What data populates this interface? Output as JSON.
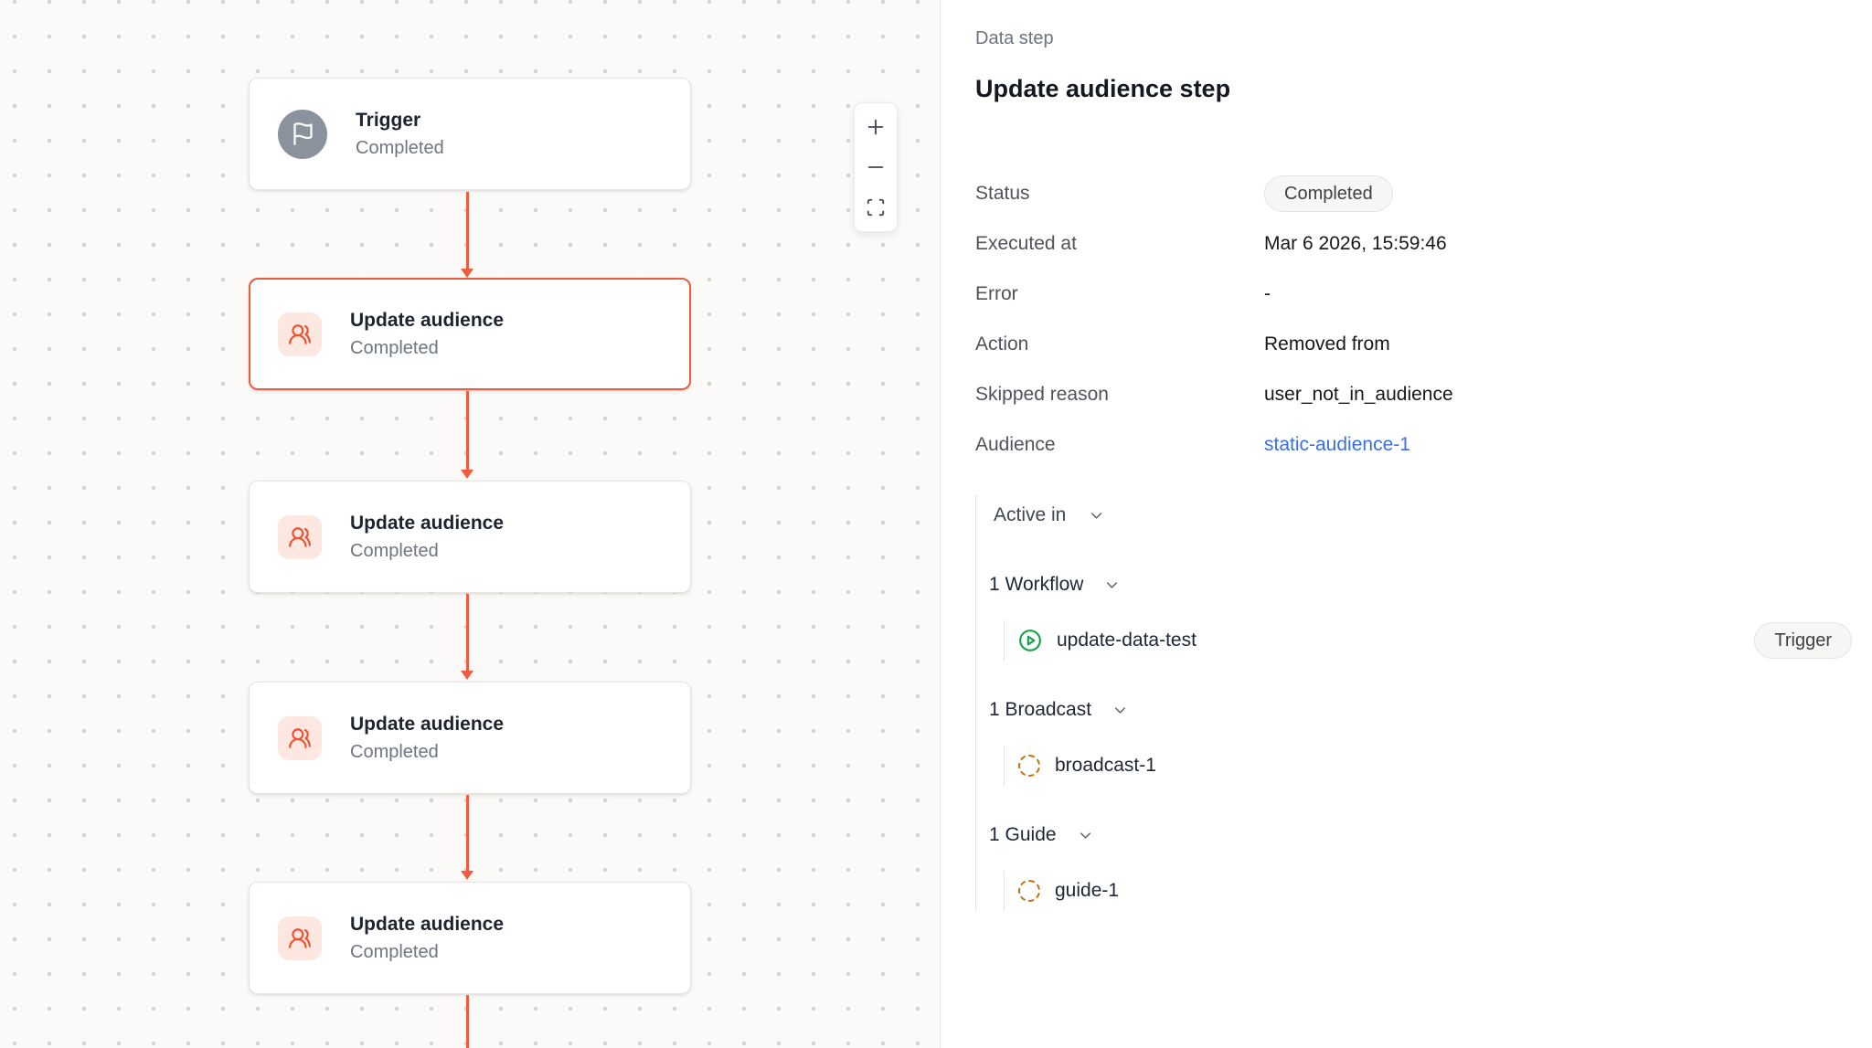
{
  "colors": {
    "accent_orange": "#f15b3f",
    "link_blue": "#3b6cec",
    "workflow_green": "#16a34a",
    "broadcast_amber": "#c2710c",
    "trigger_gray": "#8a929d"
  },
  "canvas": {
    "nodes": [
      {
        "title": "Trigger",
        "status": "Completed",
        "type": "trigger",
        "selected": false
      },
      {
        "title": "Update audience",
        "status": "Completed",
        "type": "update-audience",
        "selected": true
      },
      {
        "title": "Update audience",
        "status": "Completed",
        "type": "update-audience",
        "selected": false
      },
      {
        "title": "Update audience",
        "status": "Completed",
        "type": "update-audience",
        "selected": false
      },
      {
        "title": "Update audience",
        "status": "Completed",
        "type": "update-audience",
        "selected": false
      }
    ],
    "zoom_controls": {
      "zoom_in": "plus-icon",
      "zoom_out": "minus-icon",
      "fit_view": "fit-view-icon"
    }
  },
  "panel": {
    "eyebrow": "Data step",
    "title": "Update audience step",
    "fields": [
      {
        "label": "Status",
        "value": "Completed",
        "kind": "badge"
      },
      {
        "label": "Executed at",
        "value": "Mar 6 2026, 15:59:46",
        "kind": "text"
      },
      {
        "label": "Error",
        "value": "-",
        "kind": "text"
      },
      {
        "label": "Action",
        "value": "Removed from",
        "kind": "text"
      },
      {
        "label": "Skipped reason",
        "value": "user_not_in_audience",
        "kind": "text"
      },
      {
        "label": "Audience",
        "value": "static-audience-1",
        "kind": "link"
      }
    ],
    "active_in": {
      "label": "Active in",
      "groups": [
        {
          "label": "1 Workflow",
          "items": [
            {
              "name": "update-data-test",
              "icon": "play-circle-icon",
              "badge": "Trigger"
            }
          ]
        },
        {
          "label": "1 Broadcast",
          "items": [
            {
              "name": "broadcast-1",
              "icon": "dashed-circle-icon"
            }
          ]
        },
        {
          "label": "1 Guide",
          "items": [
            {
              "name": "guide-1",
              "icon": "dashed-circle-icon"
            }
          ]
        }
      ]
    }
  }
}
